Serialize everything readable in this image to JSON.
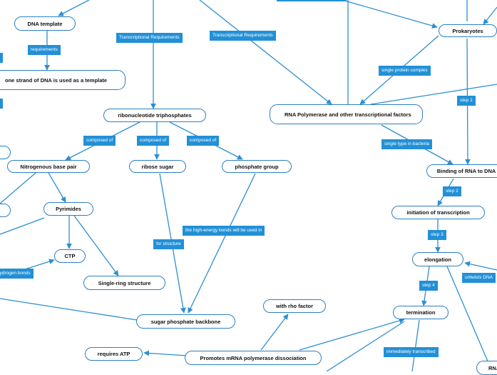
{
  "nodes": {
    "dna_template": "DNA template",
    "one_strand": "one strand of DNA is used as a template",
    "prokaryotes": "Prokaryotes",
    "ribonucleotide": "ribonucleotide triphosphates",
    "rna_polymerase": "RNA Polymerase and other transcriptional factors",
    "nitrogenous": "Nitrogenous base pair",
    "ribose": "ribose sugar",
    "phosphate": "phosphate group",
    "binding": "Binding of RNA to DNA",
    "initiation": "initiation of transcription",
    "pyrimides": "Pyrimides",
    "ctp": "CTP",
    "elongation": "elongation",
    "single_ring": "Single-ring structure",
    "with_rho": "with rho factor",
    "termination": "termination",
    "sugar_backbone": "sugar phosphate backbone",
    "requires_atp": "requires ATP",
    "promotes": "Promotes mRNA polymerase dissociation",
    "rna_partial": "RNA"
  },
  "labels": {
    "requirements": "requirements",
    "trans_req_1": "Transcriptional Requirements",
    "trans_req_2": "Transcriptional Requirements",
    "single_protein": "single protein complex",
    "step1": "step 1",
    "composed_1": "composed of",
    "composed_2": "composed of",
    "composed_3": "composed of",
    "single_type": "single type in bacteria",
    "step2": "step 2",
    "high_energy": "the high-energy bonds will be used in",
    "for_structure": "for structure",
    "step3": "step 3",
    "hydrogen": "hydrogen bonds",
    "untwists": "untwists DNA",
    "step4": "step 4",
    "immediately": "immediately transcribed"
  },
  "colors": {
    "edge": "#2c8fd0",
    "node_border": "#2c7fc0",
    "label_bg": "#2290d6"
  }
}
